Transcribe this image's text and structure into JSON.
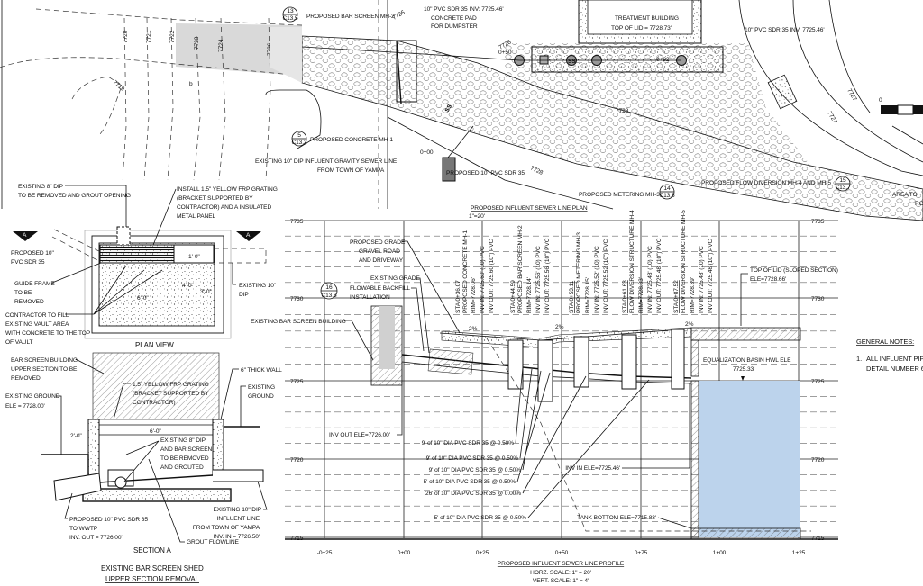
{
  "colors": {
    "tank_fill": "#bcd3ec",
    "gray_fill": "#d9d9d9",
    "line": "#111111"
  },
  "plan": {
    "title": "PROPOSED INFLUENT SEWER LINE PLAN",
    "scale": "1\"=20'",
    "contours": [
      "7720",
      "7721",
      "7722",
      "7723",
      "7724",
      "7726",
      "7719",
      "7728",
      "7728",
      "7726",
      "7727",
      "7727"
    ],
    "bar_screen_mh2": "PROPOSED BAR SCREEN MH-2",
    "bubble_mh2": {
      "num": "13",
      "sheet": "C13.5"
    },
    "pvc_inv_left": "10\" PVC SDR 35 INV: 7725.46'",
    "concrete_pad": [
      "CONCRETE PAD",
      "FOR DUMPSTER"
    ],
    "treatment_building": [
      "TREATMENT BUILDING",
      "TOP OF LID = 7728.73'"
    ],
    "pvc_inv_right": "10\" PVC SDR 35 INV: 7725.46'",
    "stations": [
      "0+50",
      "0+82",
      "0+00"
    ],
    "ss": [
      "SS",
      "SS"
    ],
    "concrete_mh1": "PROPOSED CONCRETE MH-1",
    "bubble_mh1": {
      "num": "5",
      "sheet": "C13.2"
    },
    "existing_dip": [
      "EXISTING 10\" DIP INFLUENT GRAVITY SEWER LINE",
      "FROM TOWN OF YAMPA"
    ],
    "proposed_pvc": "PROPOSED 10\" PVC SDR 35",
    "metering_mh3": "PROPOSED METERING MH-3",
    "bubble_mh3": {
      "num": "14",
      "sheet": "C13.6"
    },
    "flow_diversion": "PROPOSED FLOW DIVERSION MH-4 AND MH-5",
    "bubble_mh45": {
      "num": "15",
      "sheet": "C13.7"
    },
    "area_to": [
      "AREA TO",
      "RO"
    ],
    "scale_bar_zero": "0",
    "b_mark": "b"
  },
  "plan_view": {
    "title": "PLAN VIEW",
    "existing_8_dip": [
      "EXISTING 8\" DIP",
      "TO BE REMOVED AND GROUT OPENING"
    ],
    "install_grating": [
      "INSTALL 1.5\" YELLOW FRP GRATING",
      "(BRACKET SUPPORTED BY",
      "CONTRACTOR) AND A INSULATED",
      "METAL PANEL"
    ],
    "proposed_pvc": [
      "PROPOSED 10\"",
      "PVC SDR 35"
    ],
    "guide_frame": [
      "GUIDE FRAME",
      "TO BE",
      "REMOVED"
    ],
    "existing_10_dip": [
      "EXISTING 10\"",
      "DIP"
    ],
    "contractor_fill": [
      "CONTRACTOR TO FILL",
      "EXISTING VAULT AREA",
      "WITH CONCRETE TO THE TOP",
      "OF VAULT"
    ],
    "dims": [
      "1'-0\"",
      "4'-0\"",
      "3'-0\"",
      "6'-0\""
    ],
    "section_marks": [
      "A",
      "A"
    ]
  },
  "section_a": {
    "title": "SECTION A",
    "subtitle": [
      "EXISTING BAR SCREEN SHED",
      "UPPER SECTION REMOVAL"
    ],
    "bar_screen_building": [
      "BAR SCREEN BUILDING",
      "UPPER SECTION TO BE",
      "REMOVED"
    ],
    "frp_grating": [
      "1.5\" YELLOW FRP GRATING",
      "(BRACKET SUPPORTED BY",
      "CONTRACTOR)"
    ],
    "thick_wall": "6\" THICK WALL",
    "existing_ground_right": [
      "EXISTING",
      "GROUND"
    ],
    "existing_ground_left": [
      "EXISTING GROUND",
      "ELE = 7728.00'"
    ],
    "dims": [
      "2'-0\"",
      "6'-0\""
    ],
    "existing_8_dip": [
      "EXISTING 8\" DIP",
      "AND BAR SCREEN",
      "TO BE REMOVED",
      "AND GROUTED"
    ],
    "existing_10_dip": [
      "EXISTING 10\" DIP",
      "INFLUENT LINE",
      "FROM TOWN OF YAMPA",
      "INV. IN = 7726.50'"
    ],
    "proposed_pvc": [
      "PROPOSED 10\" PVC SDR 35",
      "TO WWTP",
      "INV. OUT = 7726.00'"
    ],
    "grout_flowline": "GROUT FLOWLINE"
  },
  "profile": {
    "title": "PROPOSED INFLUENT SEWER LINE PROFILE",
    "scale_top": "1\"=20'",
    "horz_scale": "HORZ. SCALE: 1\" = 20'",
    "vert_scale": "VERT. SCALE: 1\" = 4'",
    "elevations": [
      "7735",
      "7730",
      "7725",
      "7720",
      "7715"
    ],
    "stations": [
      "-0+25",
      "0+00",
      "0+25",
      "0+50",
      "0+75",
      "1+00",
      "1+25"
    ],
    "proposed_grade": [
      "PROPOSED GRADE",
      "GRAVEL ROAD",
      "AND DRIVEWAY"
    ],
    "existing_grade": "EXISTING GRADE",
    "backfill": [
      "FLOWABLE BACKFILL",
      "INSTALLATION"
    ],
    "bubble_backfill": {
      "num": "16",
      "sheet": "C13.8"
    },
    "existing_building": "EXISTING BAR SCREEN BUILDING",
    "top_of_lid": [
      "TOP OF LID (SLOPED SECTION)",
      "ELE=7728.66'"
    ],
    "hwl": [
      "EQUALIZATION BASIN HWL ELE",
      "7725.33'"
    ],
    "inv_out": "INV OUT ELE=7726.00'",
    "inv_in": "INV IN ELE=7725.46'",
    "tank_bottom": "TANK BOTTOM ELE=7715.83'",
    "slopes": [
      "2%",
      "2%",
      "2%"
    ],
    "pipes": [
      "9' of 10\" DIA PVC SDR 35 @ 0.50%",
      "9' of 10\" DIA PVC SDR 35 @ 0.50%",
      "9' of 10\" DIA PVC SDR 35 @ 0.50%",
      "5' of 10\" DIA PVC SDR 35 @ 0.50%",
      "26' of 10\" DIA PVC SDR 35 @ 0.00%",
      "5' of 10\" DIA PVC SDR 35 @ 0.50%"
    ],
    "manholes": [
      {
        "sta": "STA 0+36.07",
        "name": "PROPOSED CONCRETE MH-1",
        "rim": "RIM=7728.06'",
        "inv_in": "INV IN: 7725.60' (10) PVC",
        "inv_out": "INV OUT: 7725.60 (10\") PVC"
      },
      {
        "sta": "STA 0+44.59",
        "name": "PROPOSED BAR SCREEN MH-2",
        "rim": "RIM=7728.14'",
        "inv_in": "INV IN: 7725.56' (10) PVC",
        "inv_out": "INV OUT: 7725.56' (10\") PVC"
      },
      {
        "sta": "STA 0+53.11",
        "name": "PROPOSED METERING MH-3",
        "rim": "RIM=7728.15'",
        "inv_in": "INV IN: 7725.52' (10) PVC",
        "inv_out": "INV OUT: 7725.52 (10\") PVC"
      },
      {
        "sta": "STA 0+61.63",
        "name": "FLOW DIVERSION STRUCTURE MH-4",
        "rim": "RIM=7728.33'",
        "inv_in": "INV IN: 7725.48' (10) PVC",
        "inv_out": "INV OUT: 7725.48' (10\") PVC"
      },
      {
        "sta": "STA 0+87.52",
        "name": "FLOW DIVERSION STRUCTURE MH-5",
        "rim": "RIM=7728.39'",
        "inv_in": "INV IN: 7725.48' (10) PVC",
        "inv_out": "INV OUT: 7725.48 (10\") PVC"
      }
    ]
  },
  "notes": {
    "title": "GENERAL NOTES:",
    "items": [
      {
        "num": "1.",
        "lines": [
          "ALL INFLUENT PIP",
          "DETAIL NUMBER 6"
        ]
      }
    ]
  }
}
